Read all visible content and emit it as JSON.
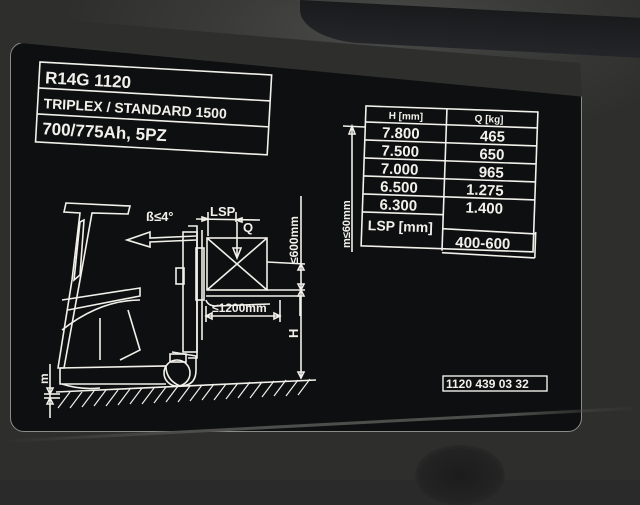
{
  "header_box": {
    "model": "R14G 1120",
    "mast": "TRIPLEX / STANDARD 1500",
    "battery": "700/775Ah, 5PZ"
  },
  "capacity_table": {
    "columns": [
      "H [mm]",
      "Q [kg]"
    ],
    "rows": [
      {
        "h": "7.800",
        "q": "465"
      },
      {
        "h": "7.500",
        "q": "650"
      },
      {
        "h": "7.000",
        "q": "965"
      },
      {
        "h": "6.500",
        "q": "1.275"
      },
      {
        "h": "6.300",
        "q": "1.400"
      }
    ],
    "footer": {
      "label": "LSP [mm]",
      "value": "400-600"
    },
    "side_dimension": "m≤60mm"
  },
  "diagram": {
    "tilt_angle": "ß≤4°",
    "load_center_label": "LSP",
    "load_label": "Q",
    "fork_length": "≤1200mm",
    "load_height": "≤600mm",
    "lift_height_label": "H",
    "ground_clearance_label": "m"
  },
  "part_number": "1120 439 03 32",
  "colors": {
    "plate_background": "#0e0f10",
    "print": "#f2f0ea",
    "housing": "#363735"
  }
}
